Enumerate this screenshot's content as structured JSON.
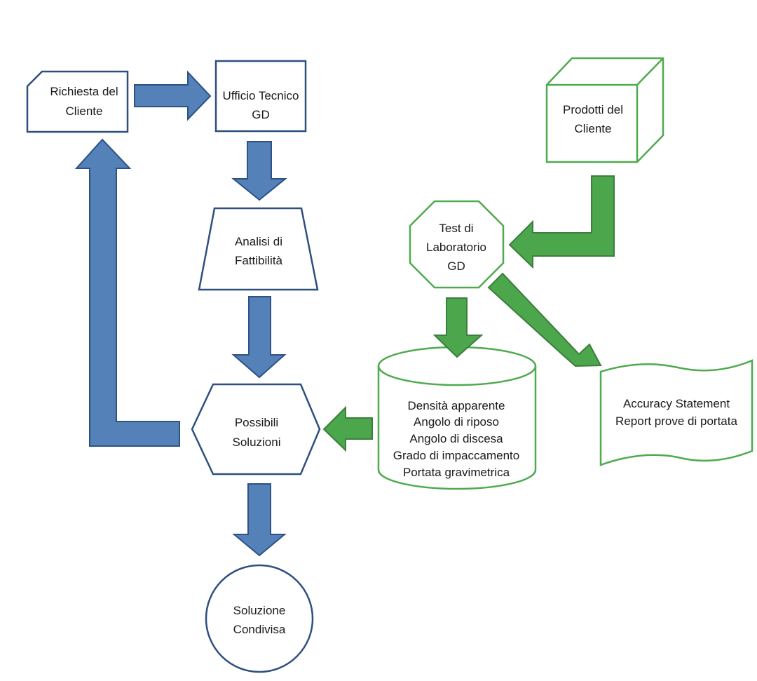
{
  "colors": {
    "blue_stroke": "#2f4f7f",
    "blue_arrow_fill": "#5482b8",
    "blue_arrow_stroke": "#2e5186",
    "green_stroke": "#4faa4f",
    "green_arrow_fill": "#4ca64c",
    "green_arrow_stroke": "#3d7d3d"
  },
  "nodes": {
    "richiesta": [
      "Richiesta del",
      "Cliente"
    ],
    "ufficio": [
      "Ufficio Tecnico",
      "GD"
    ],
    "analisi": [
      "Analisi di",
      "Fattibilità"
    ],
    "possibili": [
      "Possibili",
      "Soluzioni"
    ],
    "soluzione": [
      "Soluzione",
      "Condivisa"
    ],
    "prodotti": [
      "Prodotti del",
      "Cliente"
    ],
    "test": [
      "Test di",
      "Laboratorio",
      "GD"
    ],
    "parametri": [
      "Densità apparente",
      "Angolo di riposo",
      "Angolo di discesa",
      "Grado di impaccamento",
      "Portata gravimetrica"
    ],
    "report": [
      "Accuracy Statement",
      "Report prove di portata"
    ]
  }
}
